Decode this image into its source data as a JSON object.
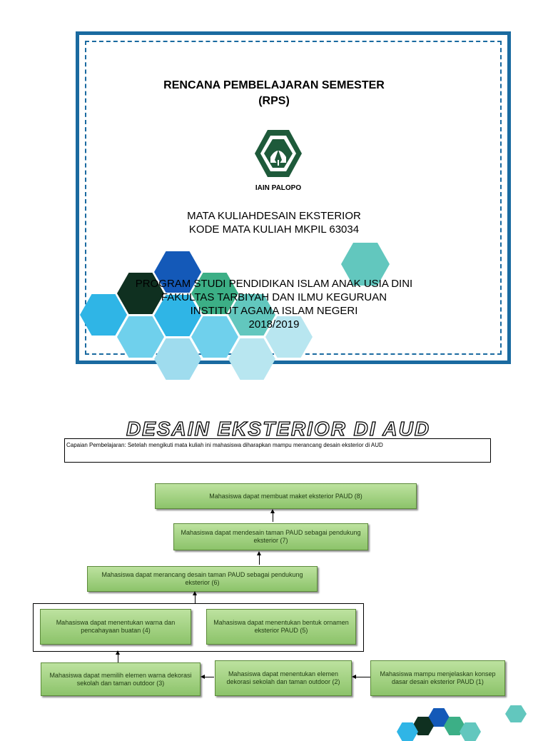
{
  "cover": {
    "title_line1": "RENCANA PEMBELAJARAN SEMESTER",
    "title_line2": "(RPS)",
    "logo_label": "IAIN PALOPO",
    "course_name": "MATA KULIAHDESAIN EKSTERIOR",
    "course_code": "KODE MATA KULIAH MKPIL 63034",
    "program": "PROGRAM STUDI PENDIDIKAN ISLAM ANAK USIA DINI",
    "faculty": "FAKULTAS TARBIYAH DAN ILMU KEGURUAN",
    "institute": "INSTITUT AGAMA ISLAM NEGERI",
    "year": "2018/2019"
  },
  "colors": {
    "frame_blue": "#1a6aa0",
    "logo_green": "#1e5a3a",
    "box_green_light": "#bde29f",
    "box_green_dark": "#8cc36a"
  },
  "section": {
    "title": "DESAIN EKSTERIOR DI AUD",
    "capaian": "Capaian Pembelajaran: Setelah mengikuti mata kuliah ini mahasiswa diharapkan mampu merancang desain eksterior di AUD"
  },
  "flow": {
    "box8": "Mahasiswa dapat membuat maket eksterior PAUD (8)",
    "box7": "Mahasiswa dapat mendesain taman PAUD sebagai pendukung eksterior (7)",
    "box6": "Mahasiswa dapat merancang desain taman PAUD sebagai pendukung eksterior (6)",
    "box4": "Mahasiswa dapat menentukan warna dan pencahayaan buatan (4)",
    "box5": "Mahasiswa dapat menentukan bentuk ornamen eksterior PAUD (5)",
    "box3": "Mahasiswa dapat memilih elemen warna dekorasi sekolah dan taman outdoor (3)",
    "box2": "Mahasiswa dapat menentukan elemen dekorasi sekolah dan taman outdoor (2)",
    "box1": "Mahasiswa mampu menjelaskan konsep dasar desain eksterior PAUD (1)"
  }
}
